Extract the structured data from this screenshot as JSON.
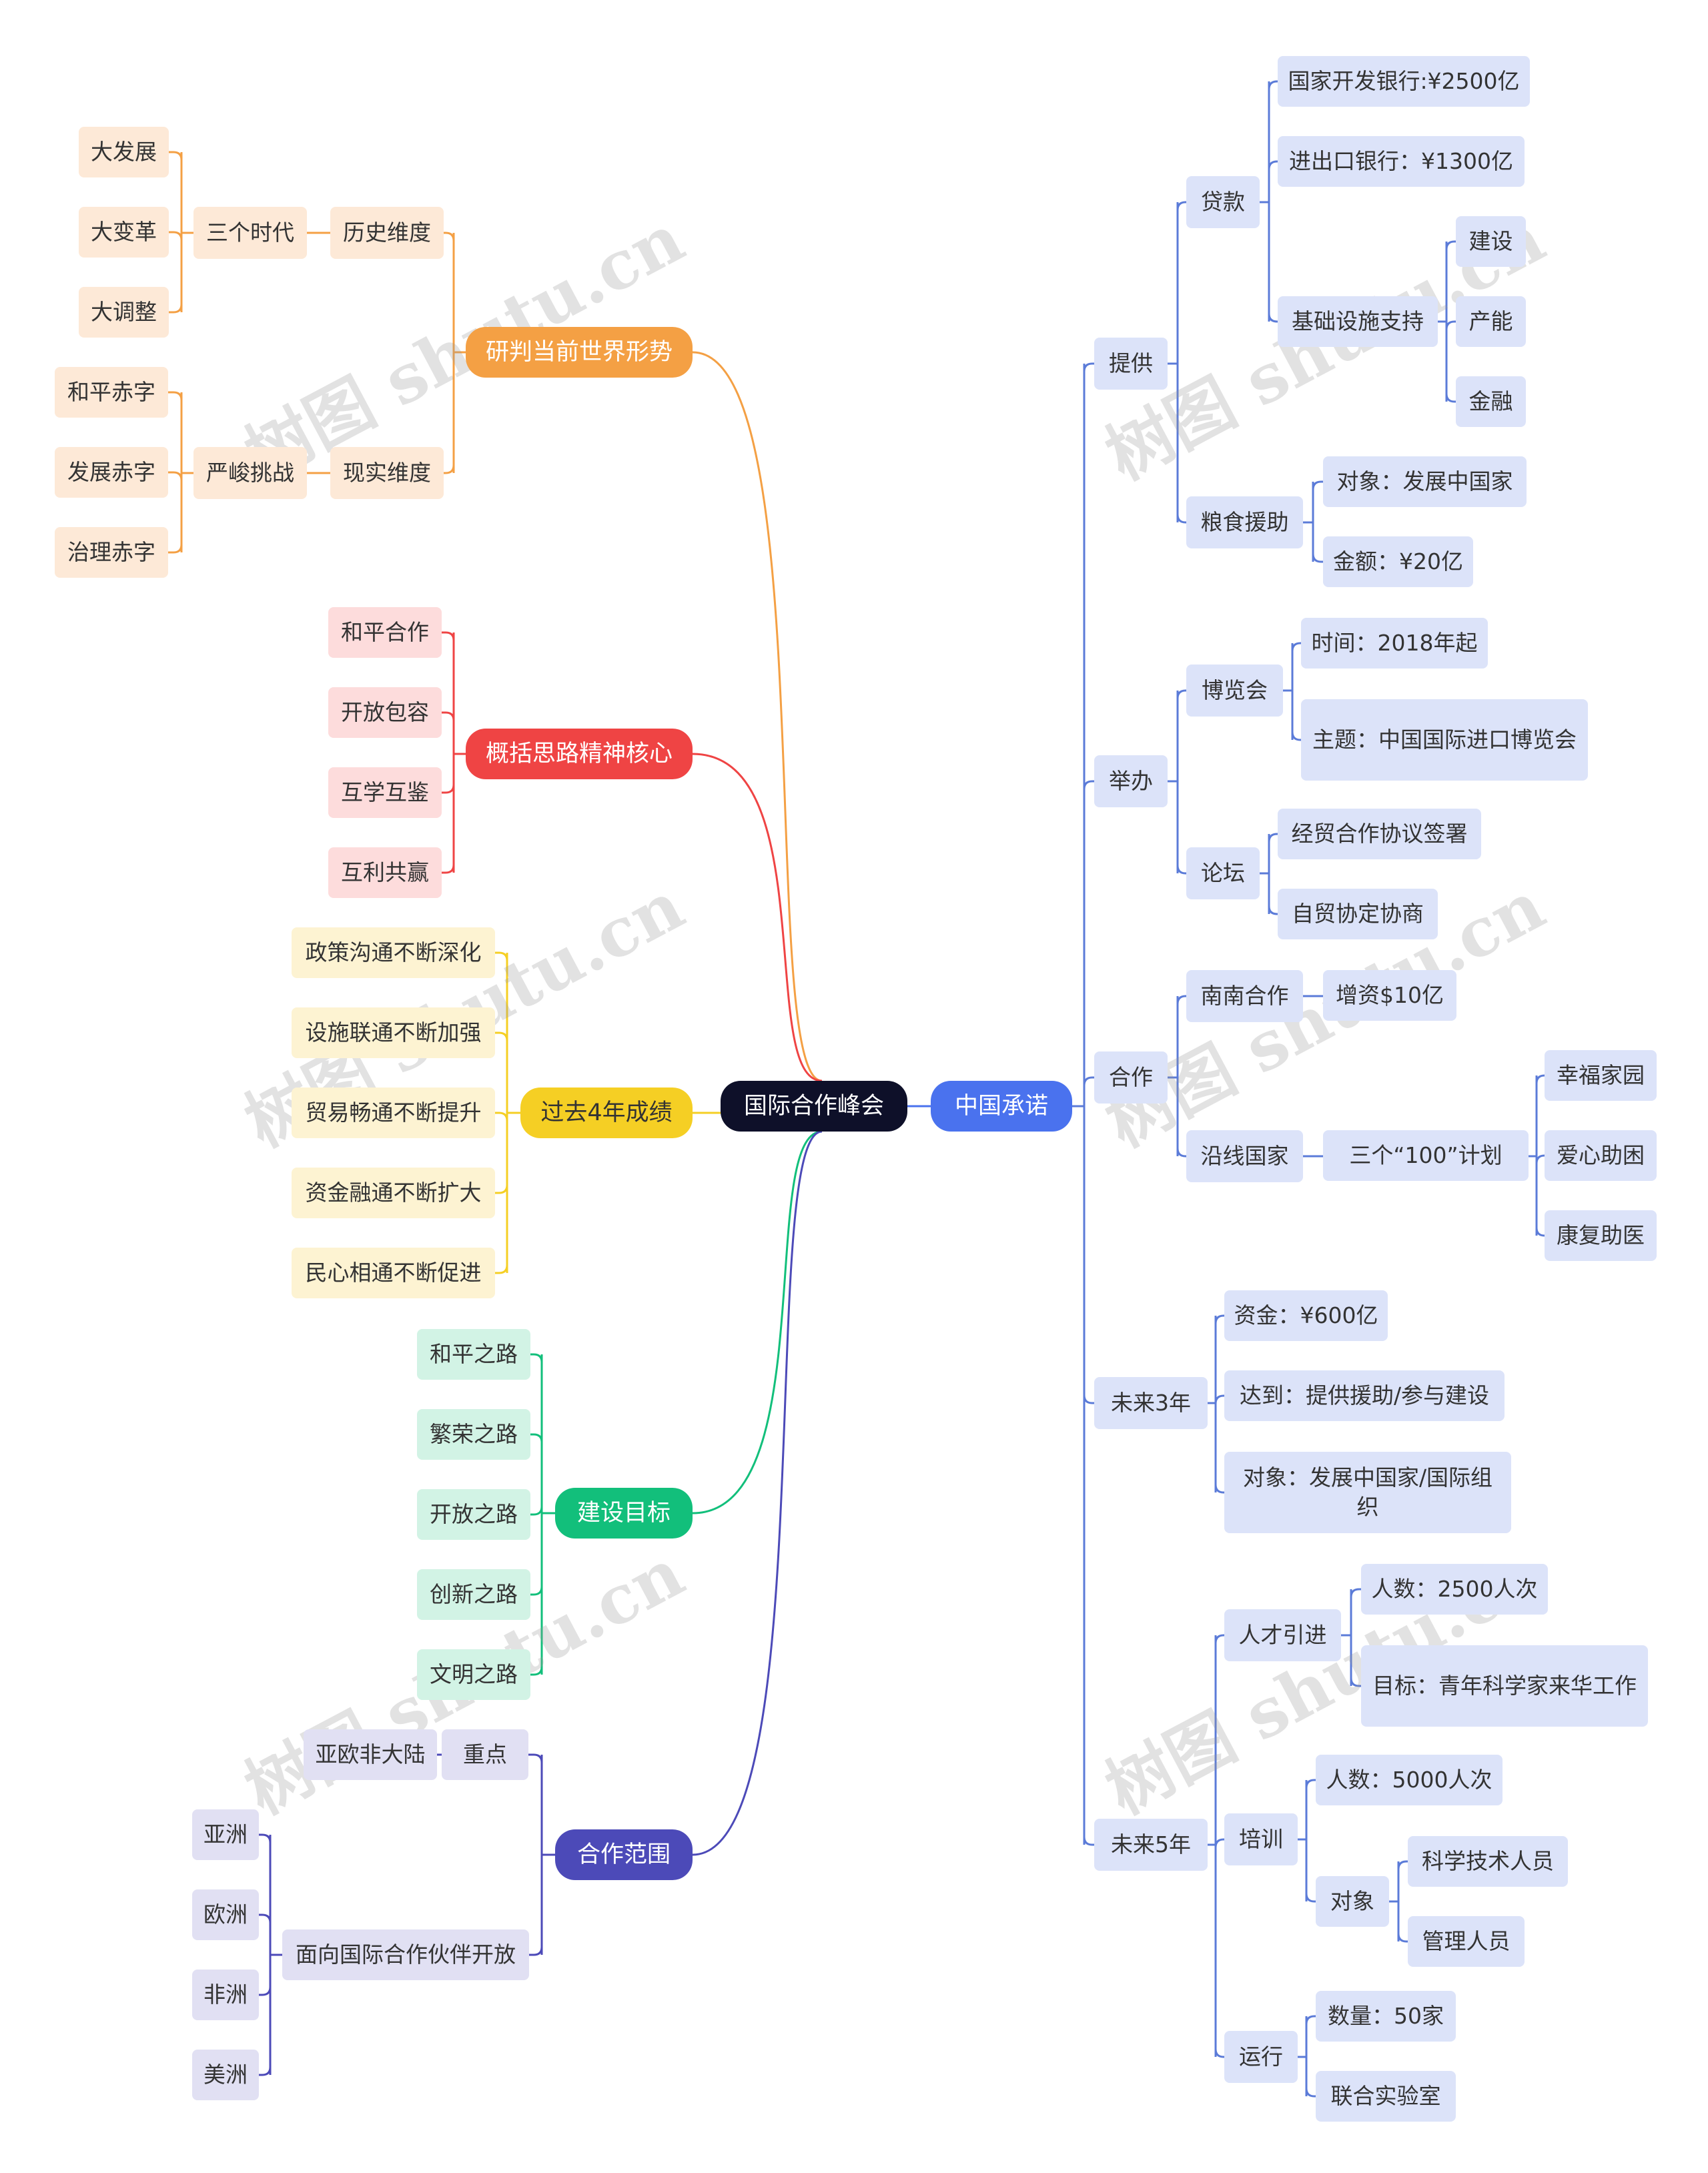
{
  "colors": {
    "root": "#0e1029",
    "orange": "#f4a044",
    "red": "#ef4444",
    "yellow": "#f5cf24",
    "green": "#12bf7b",
    "indigo": "#4c4ab8",
    "blue": "#4a72ee",
    "orange_bg": "#fde9d7",
    "red_bg": "#fddcdc",
    "yellow_bg": "#fdf3d2",
    "green_bg": "#d2f3e5",
    "indigo_bg": "#e1e0f3",
    "blue_bg": "#dce3f9"
  },
  "watermark": "树图 shutu.cn",
  "root": "国际合作峰会",
  "left": {
    "situation": {
      "label": "研判当前世界形势",
      "history": {
        "label": "历史维度",
        "era": "三个时代",
        "items": [
          "大发展",
          "大变革",
          "大调整"
        ]
      },
      "reality": {
        "label": "现实维度",
        "challenge": "严峻挑战",
        "items": [
          "和平赤字",
          "发展赤字",
          "治理赤字"
        ]
      }
    },
    "spirit": {
      "label": "概括思路精神核心",
      "items": [
        "和平合作",
        "开放包容",
        "互学互鉴",
        "互利共赢"
      ]
    },
    "achievements": {
      "label": "过去4年成绩",
      "items": [
        "政策沟通不断深化",
        "设施联通不断加强",
        "贸易畅通不断提升",
        "资金融通不断扩大",
        "民心相通不断促进"
      ]
    },
    "goals": {
      "label": "建设目标",
      "items": [
        "和平之路",
        "繁荣之路",
        "开放之路",
        "创新之路",
        "文明之路"
      ]
    },
    "scope": {
      "label": "合作范围",
      "focus": {
        "label": "重点",
        "item": "亚欧非大陆"
      },
      "open": {
        "label": "面向国际合作伙伴开放",
        "items": [
          "亚洲",
          "欧洲",
          "非洲",
          "美洲"
        ]
      }
    }
  },
  "right": {
    "label": "中国承诺",
    "provide": {
      "label": "提供",
      "loan": {
        "label": "贷款",
        "cdb": "国家开发银行:¥2500亿",
        "exim": "进出口银行：¥1300亿",
        "infra": "基础设施支持",
        "infra_items": [
          "建设",
          "产能",
          "金融"
        ]
      },
      "food": {
        "label": "粮食援助",
        "items": [
          "对象：发展中国家",
          "金额：¥20亿"
        ]
      }
    },
    "host": {
      "label": "举办",
      "expo": {
        "label": "博览会",
        "items": [
          "时间：2018年起",
          "主题：中国国际进口博览会"
        ]
      },
      "forum": {
        "label": "论坛",
        "items": [
          "经贸合作协议签署",
          "自贸协定协商"
        ]
      }
    },
    "coop": {
      "label": "合作",
      "southsouth": {
        "label": "南南合作",
        "item": "增资$10亿"
      },
      "along": {
        "label": "沿线国家",
        "plan": "三个“100”计划",
        "items": [
          "幸福家园",
          "爱心助困",
          "康复助医"
        ]
      }
    },
    "next3": {
      "label": "未来3年",
      "items": [
        "资金：¥600亿",
        "达到：提供援助/参与建设",
        "对象：发展中国家/国际组织"
      ]
    },
    "next5": {
      "label": "未来5年",
      "talent": {
        "label": "人才引进",
        "items": [
          "人数：2500人次",
          "目标：青年科学家来华工作"
        ]
      },
      "training": {
        "label": "培训",
        "count": "人数：5000人次",
        "target": "对象",
        "target_items": [
          "科学技术人员",
          "管理人员"
        ]
      },
      "operation": {
        "label": "运行",
        "items": [
          "数量：50家",
          "联合实验室"
        ]
      }
    }
  }
}
